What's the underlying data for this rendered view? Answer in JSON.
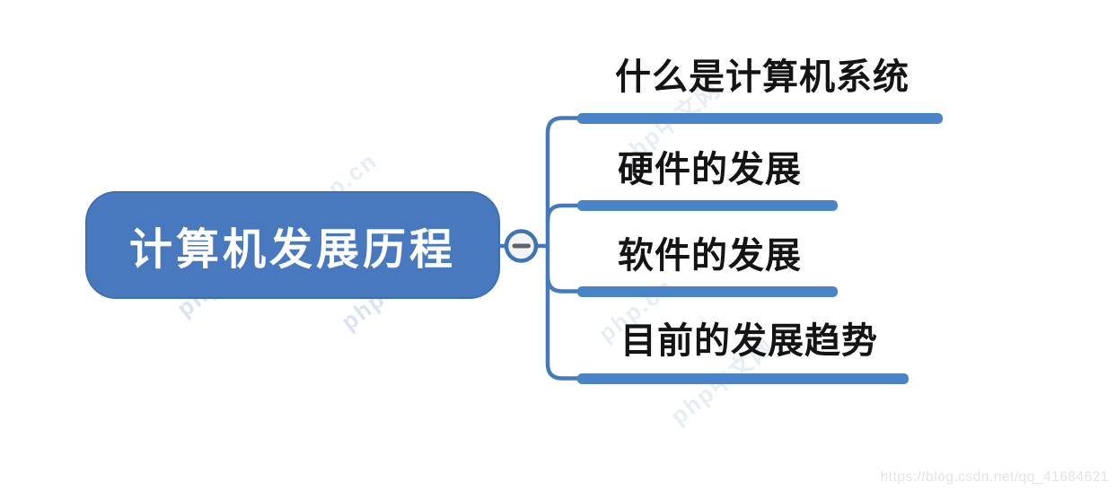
{
  "diagram": {
    "type": "mindmap",
    "root": {
      "label": "计算机发展历程"
    },
    "collapse_button": {
      "symbol": "−"
    },
    "branches": [
      {
        "label": "什么是计算机系统"
      },
      {
        "label": "硬件的发展"
      },
      {
        "label": "软件的发展"
      },
      {
        "label": "目前的发展趋势"
      }
    ]
  },
  "watermarks": {
    "site_name": "php中文网",
    "site_domain": "php.cn",
    "url": "https://blog.csdn.net/qq_41684621"
  },
  "colors": {
    "background": "#ffffff",
    "node_fill": "#4879bf",
    "node_text": "#ffffff",
    "bar_fill": "#4a84c8",
    "connector": "#4579bd",
    "collapse_ring": "#3f73b7",
    "collapse_fill": "#f3f3f8",
    "collapse_minus": "#5f6366",
    "branch_text": "#141414",
    "watermark_text": "#bccde5",
    "url_text": "#e4e4e4"
  }
}
